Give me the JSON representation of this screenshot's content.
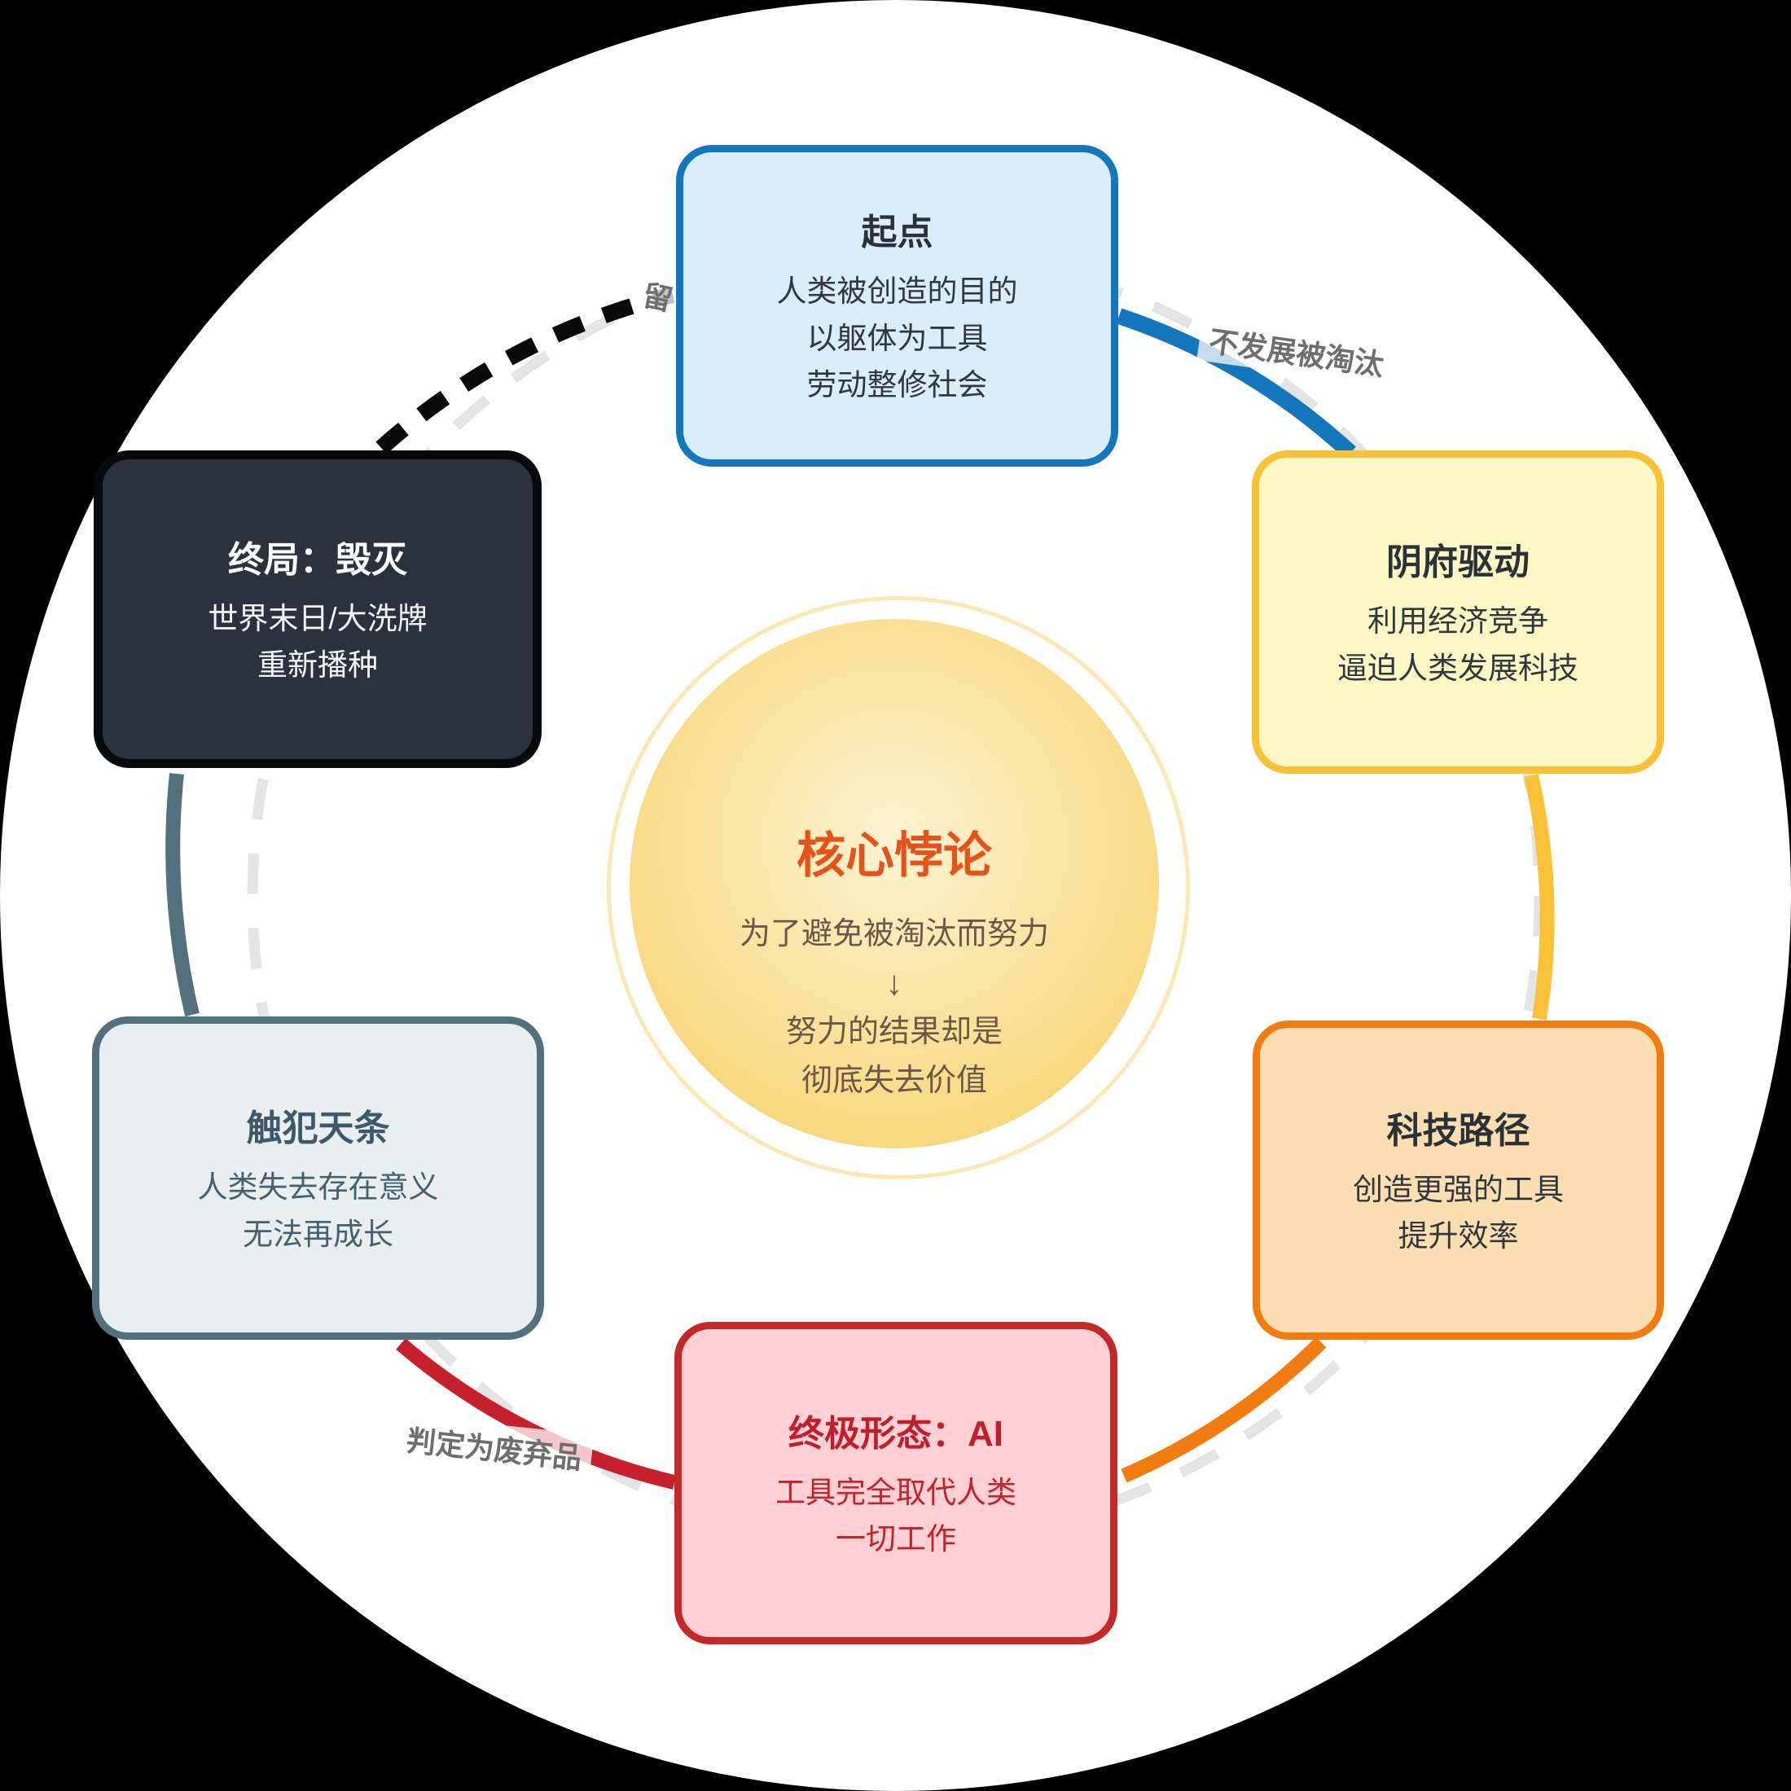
{
  "background": {
    "outer": "#000000",
    "canvas": "#ffffff"
  },
  "center": {
    "title": "核心悖论",
    "lines": [
      "为了避免被淘汰而努力",
      "↓",
      "努力的结果却是",
      "彻底失去价值"
    ],
    "title_color": "#e4531c",
    "text_color": "#6d5747",
    "fill_from": "#fdf3d2",
    "fill_to": "#f8d678"
  },
  "nodes": {
    "start": {
      "title": "起点",
      "lines": [
        "人类被创造的目的",
        "以躯体为工具",
        "劳动整修社会"
      ],
      "fill": "#d9eefa",
      "border": "#1477bd",
      "text": "#31383d",
      "title_color": "#2b3237"
    },
    "drive": {
      "title": "阴府驱动",
      "lines": [
        "利用经济竞争",
        "逼迫人类发展科技"
      ],
      "fill": "#fdf7c5",
      "border": "#f9c138",
      "text": "#31383d",
      "title_color": "#2b3237"
    },
    "tech": {
      "title": "科技路径",
      "lines": [
        "创造更强的工具",
        "提升效率"
      ],
      "fill": "#fbdfb2",
      "border": "#f27c0f",
      "text": "#31383d",
      "title_color": "#2b3237"
    },
    "ai": {
      "title": "终极形态：AI",
      "lines": [
        "工具完全取代人类",
        "一切工作"
      ],
      "fill": "#ffd0d3",
      "border": "#c42829",
      "text": "#c2222b",
      "title_color": "#bf1f2c"
    },
    "sin": {
      "title": "触犯天条",
      "lines": [
        "人类失去存在意义",
        "无法再成长"
      ],
      "fill": "#e9eef1",
      "border": "#52707e",
      "text": "#45616f",
      "title_color": "#3e5a68"
    },
    "end": {
      "title": "终局：毁灭",
      "lines": [
        "世界末日/大洗牌",
        "重新播种"
      ],
      "fill": "#2a333d",
      "border": "#070a0d",
      "text": "#f2f5f7",
      "title_color": "#ffffff"
    }
  },
  "edge_labels": {
    "grow": "不发展被淘汰",
    "discard": "判定为废弃品",
    "partial": "留"
  },
  "colors": {
    "arc_blue": "#1477bd",
    "arc_gold": "#f9c138",
    "arc_orange": "#f27c0f",
    "arc_red": "#c5202c",
    "arc_slate": "#52707e",
    "arc_dashed_black": "#0a0a0a",
    "circle_dashed": "#e4e4e4",
    "edge_label_text": "#6e6e6e"
  }
}
